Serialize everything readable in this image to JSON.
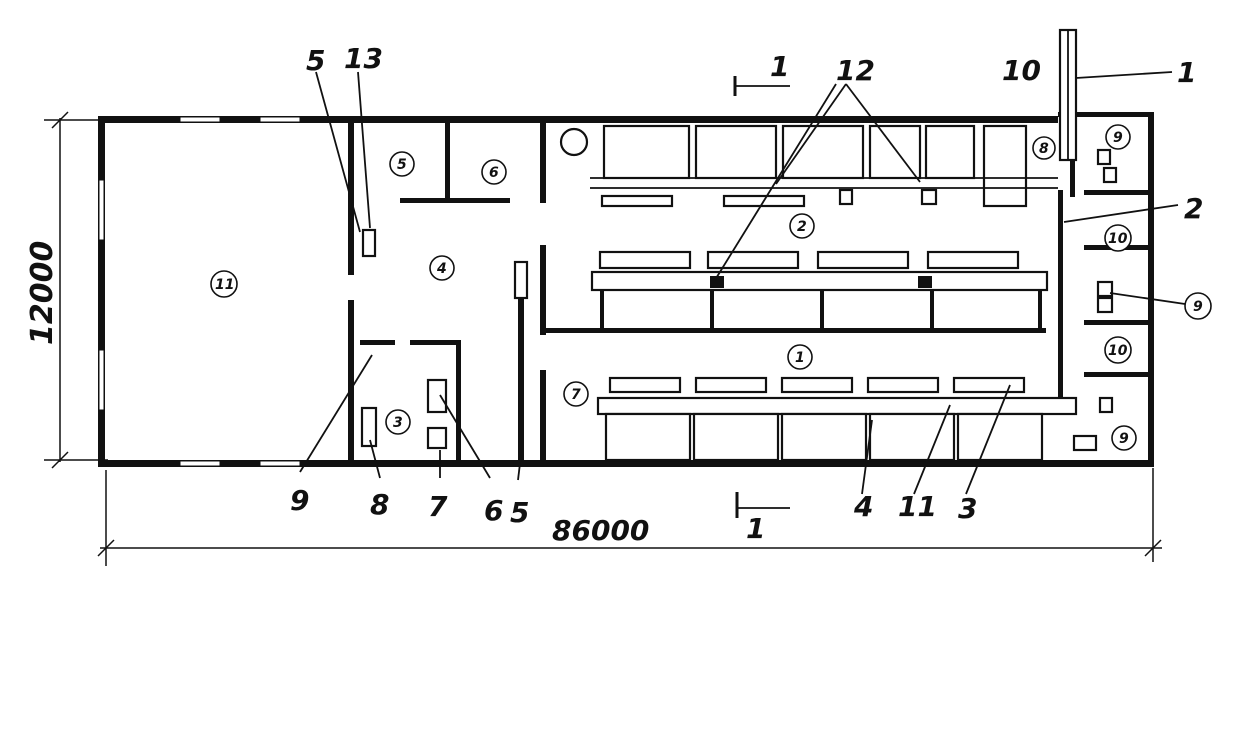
{
  "dimensions": {
    "width_label": "86000",
    "height_label": "12000"
  },
  "section_marks": {
    "top": "1",
    "bottom": "1"
  },
  "callouts": {
    "c1": "1",
    "c2": "2",
    "c3": "3",
    "c4": "4",
    "c5_top": "5",
    "c5_bottom": "5",
    "c6": "6",
    "c7": "7",
    "c8": "8",
    "c9": "9",
    "c10": "10",
    "c11": "11",
    "c12": "12",
    "c13": "13"
  },
  "rooms": {
    "r1": "1",
    "r2": "2",
    "r3": "3",
    "r4": "4",
    "r5": "5",
    "r6": "6",
    "r7": "7",
    "r8": "8",
    "r9_top": "9",
    "r9_mid": "9",
    "r9_bottom": "9",
    "r10_top": "10",
    "r10_bottom": "10",
    "r11": "11"
  }
}
